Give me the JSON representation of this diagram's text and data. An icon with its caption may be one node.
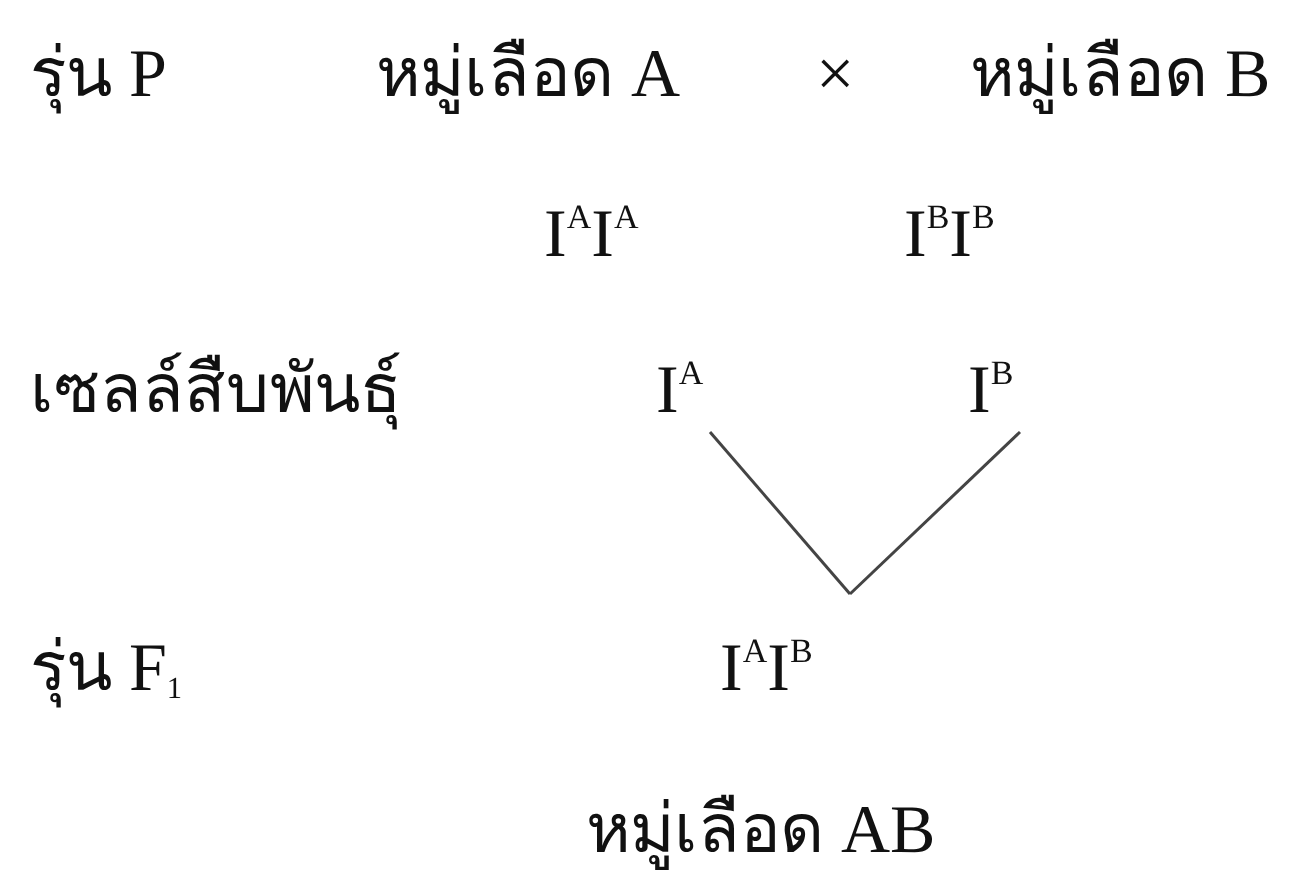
{
  "diagram": {
    "nodes": [
      {
        "text": [
          "I$^{A}$"
        ]
      },
      {
        "text": [
          "I$^{B}$"
        ]
      },
      {
        "text": [
          "I$^{A}$I$^{B}$"
        ]
      }
    ],
    "edges": [
      {
        "from": 0,
        "to": 2,
        "arrow": "none"
      },
      {
        "from": 1,
        "to": 2,
        "arrow": "none"
      }
    ],
    "labels": [
      "รุ่น P",
      "หมู่เลือด A",
      "×",
      "หมู่เลือด B",
      "I$^{A}$I$^{A}$",
      "I$^{B}$I$^{B}$",
      "เซลล์สืบพันธุ์",
      "รุ่น F$_{1}$",
      "หมู่เลือด AB"
    ]
  }
}
